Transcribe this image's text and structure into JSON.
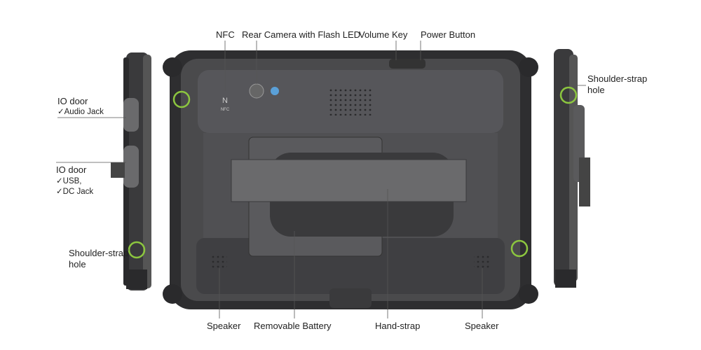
{
  "colors": {
    "ring": "#8cc63f",
    "body": "#4a4a4c",
    "body_dark": "#2e2e30",
    "strap": "#6a6a6c",
    "bg": "#ffffff"
  },
  "labels": {
    "nfc": "NFC",
    "nfc_logo_text": "NFC",
    "rear_camera": "Rear Camera with Flash LED",
    "volume_key": "Volume Key",
    "power_button": "Power Button",
    "io_door_1": "IO door",
    "io_door_1_item": "✓Audio Jack",
    "io_door_2": "IO door",
    "io_door_2_item_1": "✓USB,",
    "io_door_2_item_2": "✓DC Jack",
    "strap_left_1": "Shoulder-strap",
    "strap_left_2": "hole",
    "strap_right_1": "Shoulder-strap",
    "strap_right_2": "hole",
    "speaker_left": "Speaker",
    "battery": "Removable Battery",
    "hand_strap": "Hand-strap",
    "speaker_right": "Speaker"
  }
}
